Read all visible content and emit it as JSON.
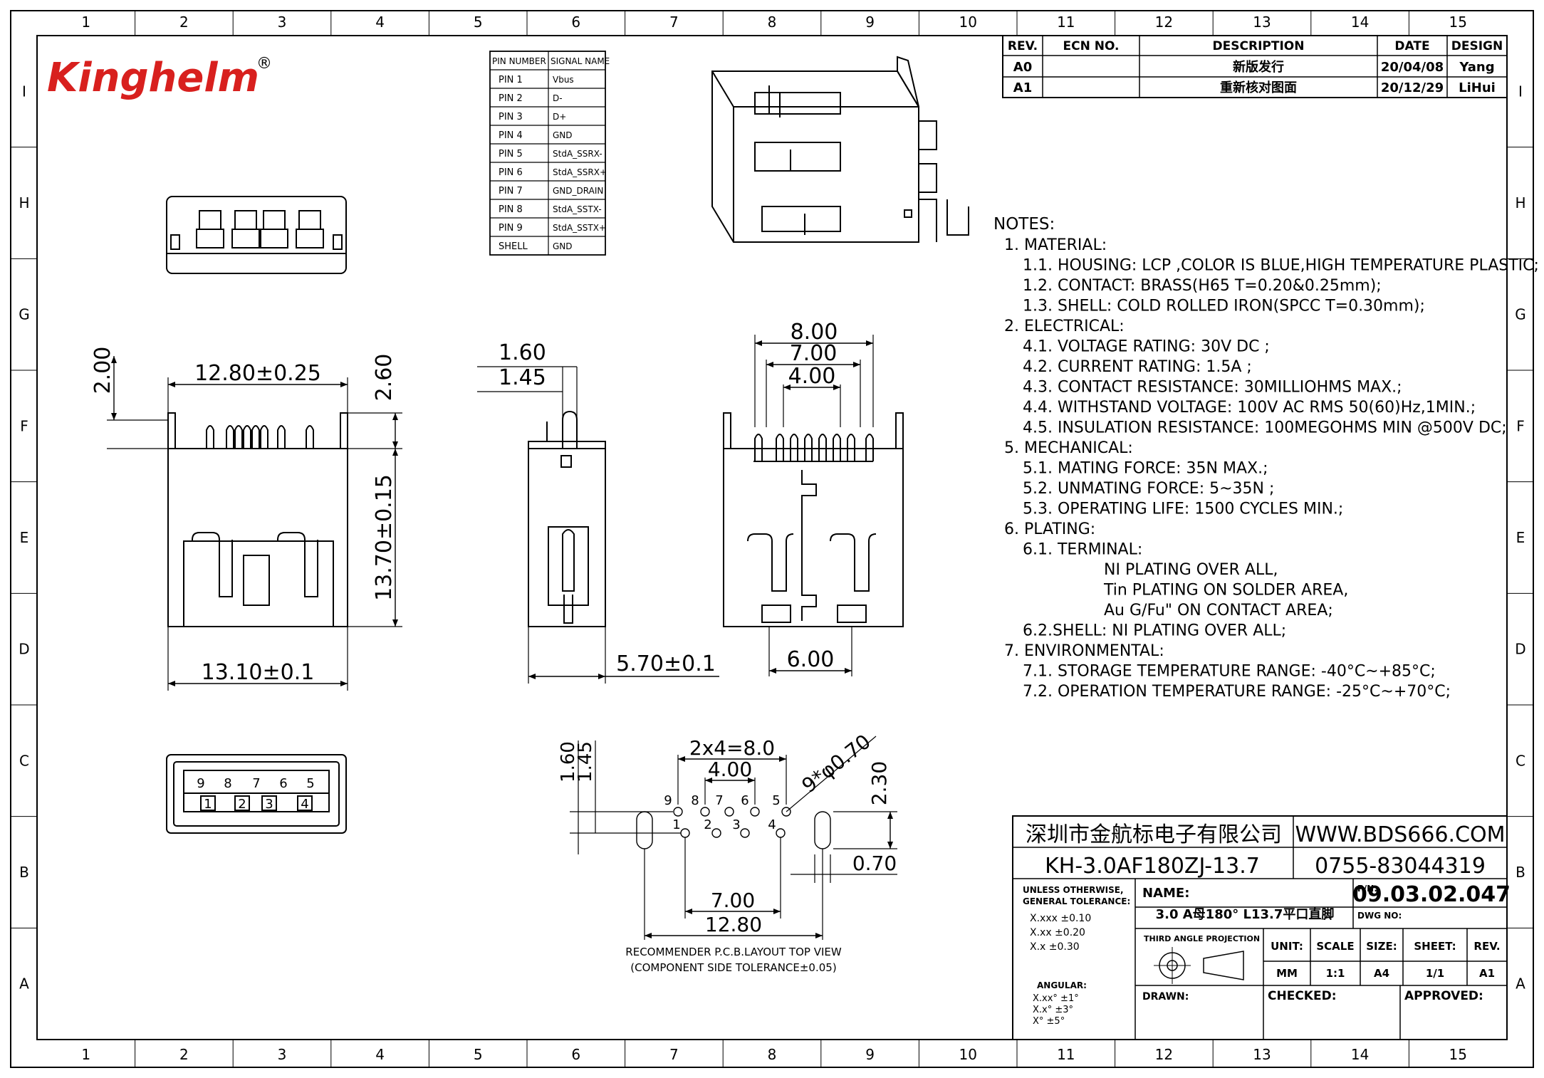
{
  "brand": {
    "logo": "Kinghelm",
    "reg": "®",
    "color": "#d8201e"
  },
  "grid": {
    "columns": [
      "1",
      "2",
      "3",
      "4",
      "5",
      "6",
      "7",
      "8",
      "9",
      "10",
      "11",
      "12",
      "13",
      "14",
      "15"
    ],
    "rows": [
      "I",
      "H",
      "G",
      "F",
      "E",
      "D",
      "C",
      "B",
      "A"
    ]
  },
  "revision": {
    "headers": [
      "REV.",
      "ECN  NO.",
      "DESCRIPTION",
      "DATE",
      "DESIGN"
    ],
    "rows": [
      [
        "A0",
        "",
        "新版发行",
        "20/04/08",
        "Yang"
      ],
      [
        "A1",
        "",
        "重新核对图面",
        "20/12/29",
        "LiHui"
      ]
    ]
  },
  "pin_table": {
    "headers": [
      "PIN NUMBER",
      "SIGNAL NAME"
    ],
    "rows": [
      [
        "PIN 1",
        "Vbus"
      ],
      [
        "PIN 2",
        "D-"
      ],
      [
        "PIN 3",
        "D+"
      ],
      [
        "PIN 4",
        "GND"
      ],
      [
        "PIN 5",
        "StdA_SSRX-"
      ],
      [
        "PIN 6",
        "StdA_SSRX+"
      ],
      [
        "PIN 7",
        "GND_DRAIN"
      ],
      [
        "PIN 8",
        "StdA_SSTX-"
      ],
      [
        "PIN 9",
        "StdA_SSTX+"
      ],
      [
        "SHELL",
        "GND"
      ]
    ]
  },
  "notes": {
    "title": "NOTES:",
    "lines": [
      {
        "text": "1. MATERIAL:",
        "indent": 0
      },
      {
        "text": "1.1. HOUSING: LCP ,COLOR IS BLUE,HIGH TEMPERATURE PLASTIC;",
        "indent": 1
      },
      {
        "text": "1.2. CONTACT: BRASS(H65 T=0.20&0.25mm);",
        "indent": 1
      },
      {
        "text": "1.3. SHELL: COLD ROLLED IRON(SPCC T=0.30mm);",
        "indent": 1
      },
      {
        "text": "2. ELECTRICAL:",
        "indent": 0
      },
      {
        "text": "4.1. VOLTAGE RATING: 30V DC ;",
        "indent": 1
      },
      {
        "text": "4.2. CURRENT RATING: 1.5A ;",
        "indent": 1
      },
      {
        "text": "4.3. CONTACT RESISTANCE: 30MILLIOHMS MAX.;",
        "indent": 1
      },
      {
        "text": "4.4. WITHSTAND VOLTAGE: 100V AC RMS 50(60)Hz,1MIN.;",
        "indent": 1
      },
      {
        "text": "4.5. INSULATION RESISTANCE: 100MEGOHMS MIN @500V DC;",
        "indent": 1
      },
      {
        "text": "5. MECHANICAL:",
        "indent": 0
      },
      {
        "text": "5.1. MATING FORCE: 35N MAX.;",
        "indent": 1
      },
      {
        "text": "5.2. UNMATING FORCE: 5~35N ;",
        "indent": 1
      },
      {
        "text": "5.3. OPERATING LIFE: 1500 CYCLES MIN.;",
        "indent": 1
      },
      {
        "text": "6. PLATING:",
        "indent": 0
      },
      {
        "text": "6.1. TERMINAL:",
        "indent": 1
      },
      {
        "text": "NI PLATING OVER ALL,",
        "indent": 3
      },
      {
        "text": "Tin PLATING ON SOLDER AREA,",
        "indent": 3
      },
      {
        "text": "Au G/Fu\" ON CONTACT AREA;",
        "indent": 3
      },
      {
        "text": "6.2.SHELL: NI PLATING OVER ALL;",
        "indent": 1
      },
      {
        "text": "7. ENVIRONMENTAL:",
        "indent": 0
      },
      {
        "text": "7.1. STORAGE TEMPERATURE RANGE: -40°C~+85°C;",
        "indent": 1
      },
      {
        "text": "7.2. OPERATION TEMPERATURE RANGE: -25°C~+70°C;",
        "indent": 1
      }
    ]
  },
  "dims": {
    "front_top": "12.80±0.25",
    "front_left": "2.00",
    "front_right_top": "2.60",
    "front_height": "13.70±0.15",
    "front_bottom": "13.10±0.1",
    "side_a": "1.60",
    "side_b": "1.45",
    "side_width": "5.70±0.1",
    "rear_a": "8.00",
    "rear_b": "7.00",
    "rear_c": "4.00",
    "rear_d": "6.00",
    "pcb_pitch": "2x4=8.0",
    "pcb_inner": "4.00",
    "pcb_hole": "9*φ0.70",
    "pcb_h1": "1.60",
    "pcb_h2": "1.45",
    "pcb_v": "2.30",
    "pcb_slot": "0.70",
    "pcb_w1": "7.00",
    "pcb_w2": "12.80"
  },
  "pcb_caption": [
    "RECOMMENDER P.C.B.LAYOUT TOP VIEW",
    "(COMPONENT SIDE TOLERANCE±0.05)"
  ],
  "pcb_pins": {
    "top": [
      "9",
      "8",
      "7",
      "6",
      "5"
    ],
    "bottom": [
      "1",
      "2",
      "3",
      "4"
    ]
  },
  "face_pins": {
    "top": [
      "9",
      "8",
      "7",
      "6",
      "5"
    ],
    "bottom": [
      "1",
      "2",
      "3",
      "4"
    ]
  },
  "title_block": {
    "company": "深圳市金航标电子有限公司",
    "website": "WWW.BDS666.COM",
    "part": "KH-3.0AF180ZJ-13.7",
    "phone": "0755-83044319",
    "tolerance_title": "UNLESS OTHERWISE, GENERAL TOLERANCE:",
    "tolerances": [
      "X.xxx  ±0.10",
      "X.xx   ±0.20",
      "X.x    ±0.30"
    ],
    "angular_title": "ANGULAR:",
    "angular": [
      "X.xx°  ±1°",
      "X.x°   ±3°",
      "X°     ±5°"
    ],
    "name_label": "NAME:",
    "name": "3.0 A母180° L13.7平口直脚",
    "pn_label": "P/N:",
    "pn": "09.03.02.047",
    "dwg_label": "DWG NO:",
    "projection": "THIRD ANGLE PROJECTION",
    "unit_label": "UNIT:",
    "unit": "MM",
    "scale_label": "SCALE",
    "scale": "1:1",
    "size_label": "SIZE:",
    "size": "A4",
    "sheet_label": "SHEET:",
    "sheet": "1/1",
    "rev_label": "REV.",
    "rev": "A1",
    "drawn_label": "DRAWN:",
    "checked_label": "CHECKED:",
    "approved_label": "APPROVED:"
  }
}
